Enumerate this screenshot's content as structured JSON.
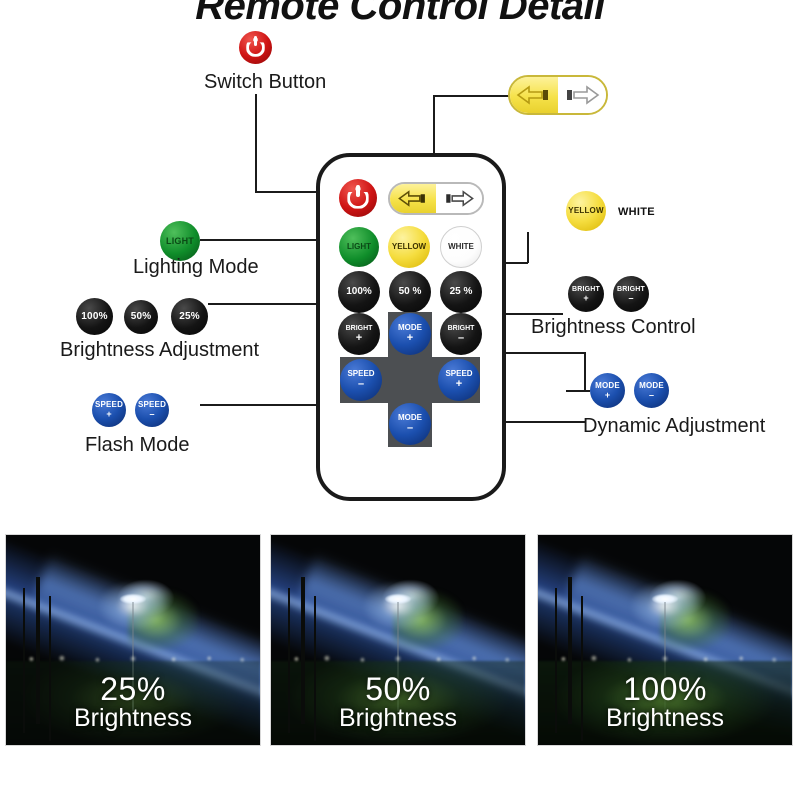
{
  "page": {
    "title": "Remote Control Detail",
    "background_color": "#ffffff"
  },
  "callouts": [
    {
      "id": "switch-button",
      "label": "Switch Button",
      "button": {
        "kind": "power",
        "color": "#cf1414",
        "text": ""
      }
    },
    {
      "id": "yellow-white-switch",
      "label": "",
      "button": {
        "kind": "arrow-pill",
        "left_color": "#f6e24a",
        "right_color": "#ffffff"
      }
    },
    {
      "id": "color-selection",
      "label": "",
      "buttons": [
        {
          "text": "YELLOW",
          "color": "#f5dd3f"
        },
        {
          "text": "WHITE",
          "color": "#ffffff"
        }
      ]
    },
    {
      "id": "lighting-mode",
      "label": "Lighting Mode",
      "buttons": [
        {
          "text": "LIGHT",
          "color": "#0f8d2a"
        }
      ]
    },
    {
      "id": "brightness-adjustment",
      "label": "Brightness Adjustment",
      "buttons": [
        {
          "text": "100%",
          "color": "#141414"
        },
        {
          "text": "50%",
          "color": "#141414"
        },
        {
          "text": "25%",
          "color": "#141414"
        }
      ]
    },
    {
      "id": "flash-mode",
      "label": "Flash Mode",
      "buttons": [
        {
          "text": "SPEED",
          "sign": "+",
          "color": "#1b4fae"
        },
        {
          "text": "SPEED",
          "sign": "–",
          "color": "#1b4fae"
        }
      ]
    },
    {
      "id": "brightness-control",
      "label": "Brightness Control",
      "buttons": [
        {
          "text": "BRIGHT",
          "sign": "+",
          "color": "#141414"
        },
        {
          "text": "BRIGHT",
          "sign": "–",
          "color": "#141414"
        }
      ]
    },
    {
      "id": "dynamic-adjustment",
      "label": "Dynamic Adjustment",
      "buttons": [
        {
          "text": "MODE",
          "sign": "+",
          "color": "#1b4fae"
        },
        {
          "text": "MODE",
          "sign": "–",
          "color": "#1b4fae"
        }
      ]
    }
  ],
  "remote": {
    "buttons": {
      "power": {
        "text": "",
        "color": "#cf1414"
      },
      "arrow_pill": {
        "left": "⇦",
        "right": "⇨"
      },
      "light": {
        "text": "LIGHT",
        "color": "#0f8d2a"
      },
      "yellow": {
        "text": "YELLOW",
        "color": "#f5dd3f"
      },
      "white": {
        "text": "WHITE",
        "color": "#ffffff"
      },
      "p100": {
        "text": "100%",
        "color": "#141414"
      },
      "p50": {
        "text": "50 %",
        "color": "#141414"
      },
      "p25": {
        "text": "25 %",
        "color": "#141414"
      },
      "bright_plus": {
        "text": "BRIGHT",
        "sign": "+",
        "color": "#141414"
      },
      "bright_minus": {
        "text": "BRIGHT",
        "sign": "–",
        "color": "#141414"
      },
      "mode_plus": {
        "text": "MODE",
        "sign": "+",
        "color": "#1b4fae"
      },
      "mode_minus": {
        "text": "MODE",
        "sign": "–",
        "color": "#1b4fae"
      },
      "speed_plus": {
        "text": "SPEED",
        "sign": "+",
        "color": "#1b4fae"
      },
      "speed_minus": {
        "text": "SPEED",
        "sign": "–",
        "color": "#1b4fae"
      }
    }
  },
  "photos": [
    {
      "percent": "25%",
      "word": "Brightness"
    },
    {
      "percent": "50%",
      "word": "Brightness"
    },
    {
      "percent": "100%",
      "word": "Brightness"
    }
  ]
}
